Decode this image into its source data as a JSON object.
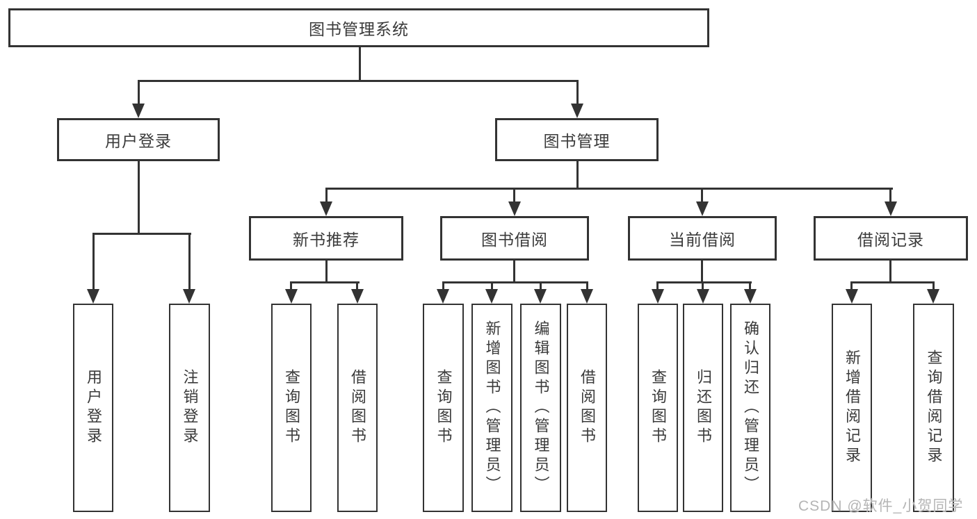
{
  "tree": {
    "root": {
      "label": "图书管理系统"
    },
    "branches": [
      {
        "label": "用户登录",
        "children": [
          {
            "label": "用户登录"
          },
          {
            "label": "注销登录"
          }
        ]
      },
      {
        "label": "图书管理",
        "children": [
          {
            "label": "新书推荐",
            "children": [
              {
                "label": "查询图书"
              },
              {
                "label": "借阅图书"
              }
            ]
          },
          {
            "label": "图书借阅",
            "children": [
              {
                "label": "查询图书"
              },
              {
                "label": "新增图书（管理员）"
              },
              {
                "label": "编辑图书（管理员）"
              },
              {
                "label": "借阅图书"
              }
            ]
          },
          {
            "label": "当前借阅",
            "children": [
              {
                "label": "查询图书"
              },
              {
                "label": "归还图书"
              },
              {
                "label": "确认归还（管理员）"
              }
            ]
          },
          {
            "label": "借阅记录",
            "children": [
              {
                "label": "新增借阅记录"
              },
              {
                "label": "查询借阅记录"
              }
            ]
          }
        ]
      }
    ]
  },
  "watermark": {
    "label": "CSDN @软件_小贺同学"
  },
  "colors": {
    "line": "#333333",
    "text": "#3a3a3a",
    "box_background": "#ffffff",
    "watermark": "#b5b5b5"
  }
}
